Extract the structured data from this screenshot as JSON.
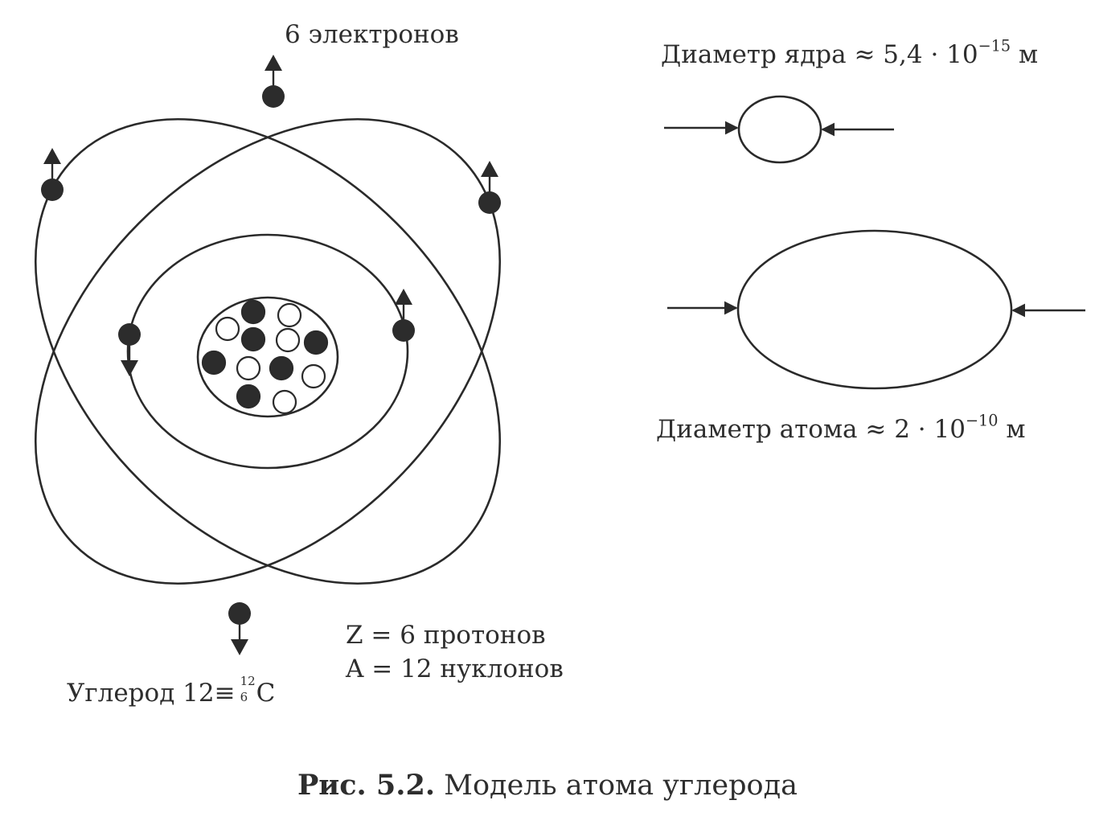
{
  "labels": {
    "electrons": "6 электронов",
    "nucleus_diameter_prefix": "Диаметр ядра ≈ 5,4 · 10",
    "nucleus_diameter_exp": "−15",
    "nucleus_diameter_unit": " м",
    "atom_diameter_prefix": "Диаметр атома ≈ 2 · 10",
    "atom_diameter_exp": "−10",
    "atom_diameter_unit": " м",
    "protons": "Z = 6 протонов",
    "nucleons": "A = 12 нуклонов",
    "element_prefix": "Углерод 12",
    "element_equiv": "≡",
    "element_mass": "12",
    "element_number": "6",
    "element_symbol": "C"
  },
  "caption": {
    "figure": "Рис. 5.2.",
    "title": " Модель атома углерода"
  },
  "nucleus": {
    "protons": 6,
    "neutrons": 6
  },
  "electrons": {
    "count": 6,
    "arrow_directions": [
      "up",
      "up",
      "up",
      "up",
      "down",
      "down"
    ]
  }
}
